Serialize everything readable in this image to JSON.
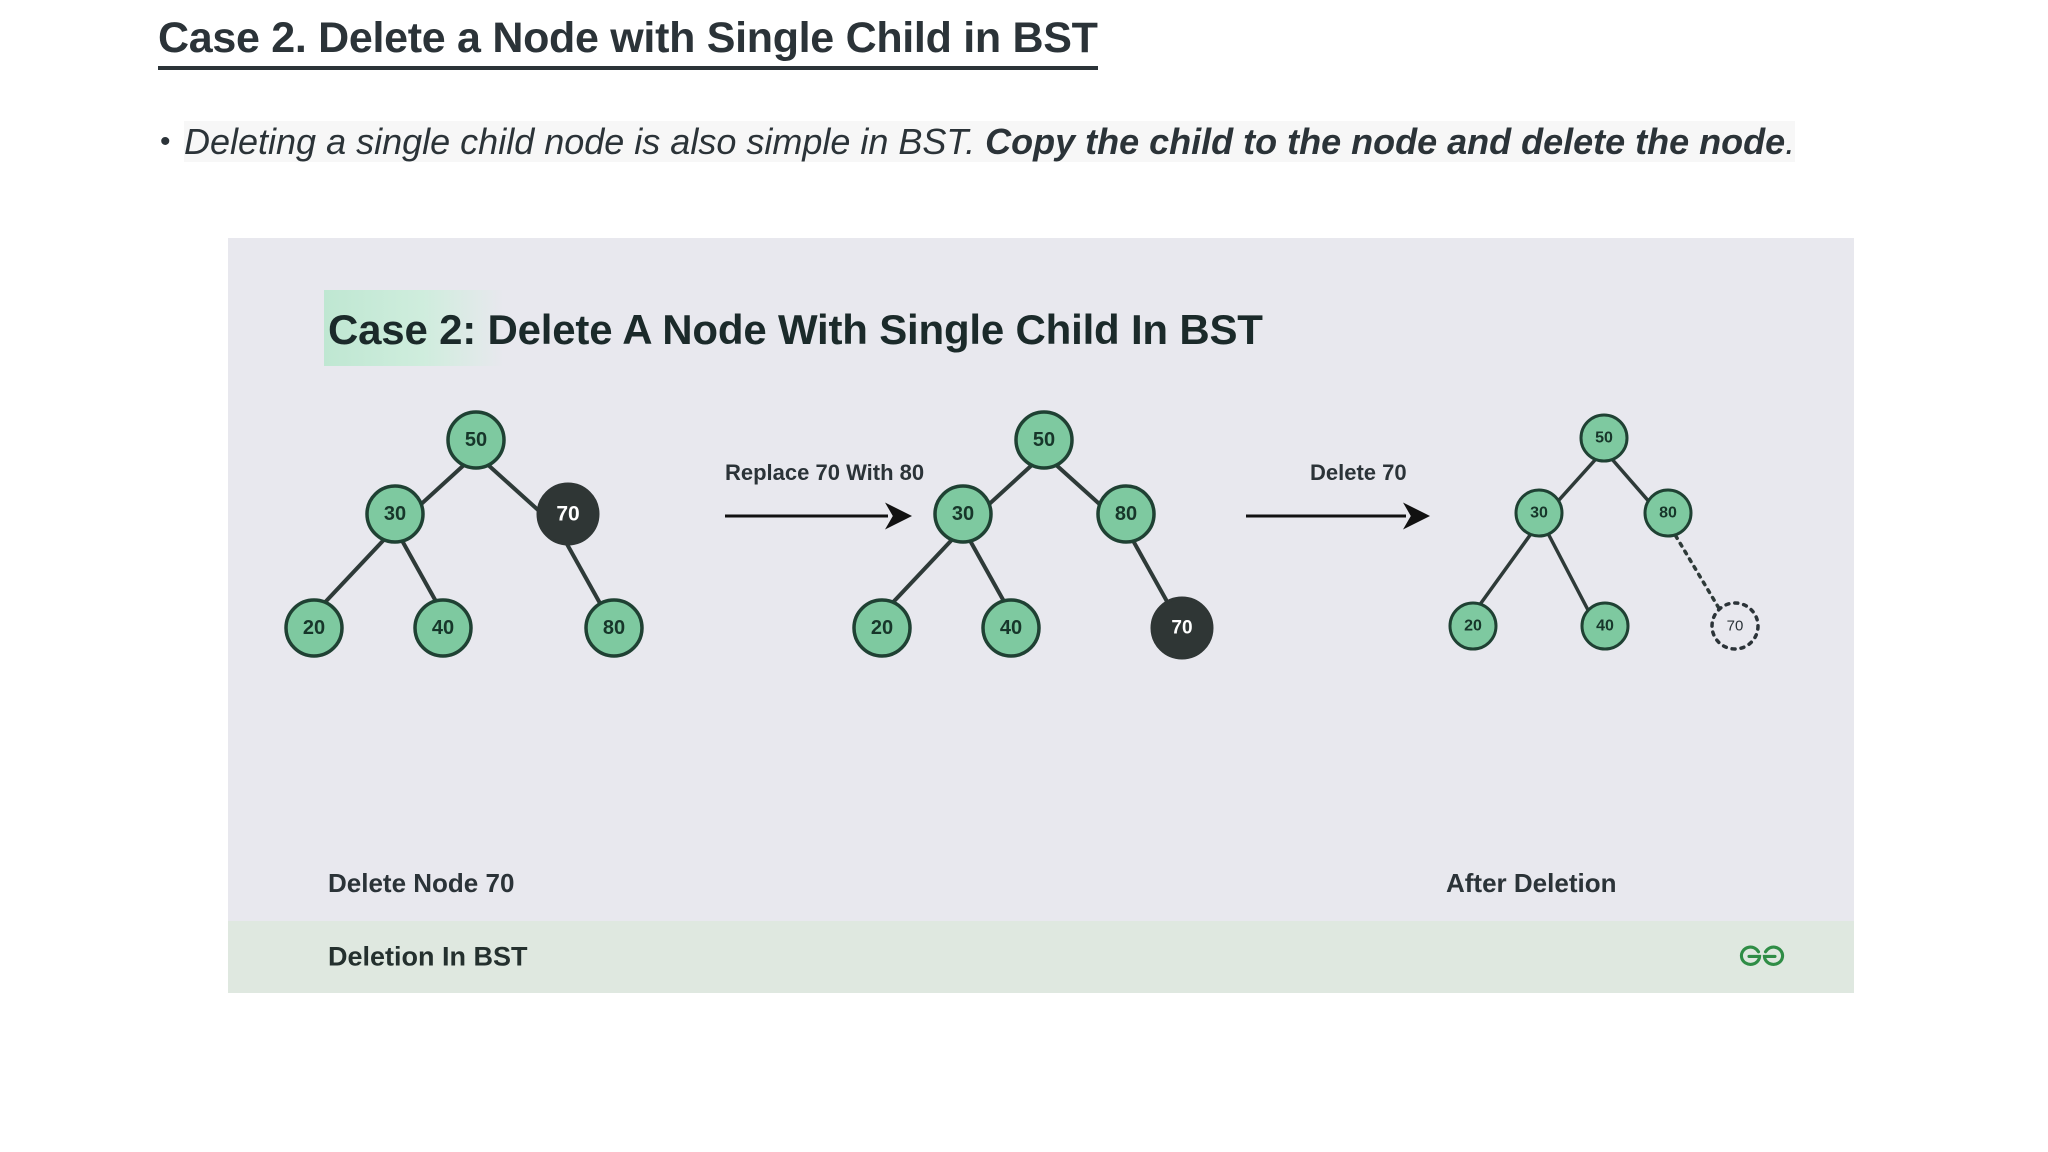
{
  "slide": {
    "title": "Case 2. Delete a Node with Single Child in BST",
    "bullet_marker": "•",
    "bullet_text_normal_1": "Deleting a single child node is also simple in BST. ",
    "bullet_text_bold": "Copy the child to the node and delete the node",
    "bullet_text_normal_2": "."
  },
  "infographic": {
    "title": "Case 2: Delete A Node With Single Child In BST",
    "caption_left": "Delete Node 70",
    "caption_right": "After Deletion",
    "footer_label": "Deletion In BST",
    "logo_name": "geeksforgeeks-logo",
    "arrow_labels": [
      "Replace 70 With 80",
      "Delete 70"
    ],
    "colors": {
      "panel_bg": "#e8e8ee",
      "footer_bg": "#dfe8e0",
      "node_green": "#7ec9a0",
      "node_stroke": "#1f4133",
      "node_dark": "#2f3635",
      "highlight_green": "#bfe7d2",
      "logo_green": "#2f8d46"
    },
    "trees": [
      {
        "name": "tree-before",
        "nodes": [
          {
            "label": "50",
            "state": "normal"
          },
          {
            "label": "30",
            "state": "normal"
          },
          {
            "label": "70",
            "state": "dark"
          },
          {
            "label": "20",
            "state": "normal"
          },
          {
            "label": "40",
            "state": "normal"
          },
          {
            "label": "80",
            "state": "normal"
          }
        ]
      },
      {
        "name": "tree-after-copy",
        "nodes": [
          {
            "label": "50",
            "state": "normal"
          },
          {
            "label": "30",
            "state": "normal"
          },
          {
            "label": "80",
            "state": "normal"
          },
          {
            "label": "20",
            "state": "normal"
          },
          {
            "label": "40",
            "state": "normal"
          },
          {
            "label": "70",
            "state": "dark"
          }
        ]
      },
      {
        "name": "tree-after-delete",
        "nodes": [
          {
            "label": "50",
            "state": "normal"
          },
          {
            "label": "30",
            "state": "normal"
          },
          {
            "label": "80",
            "state": "normal"
          },
          {
            "label": "20",
            "state": "normal"
          },
          {
            "label": "40",
            "state": "normal"
          },
          {
            "label": "70",
            "state": "dotted"
          }
        ]
      }
    ]
  }
}
